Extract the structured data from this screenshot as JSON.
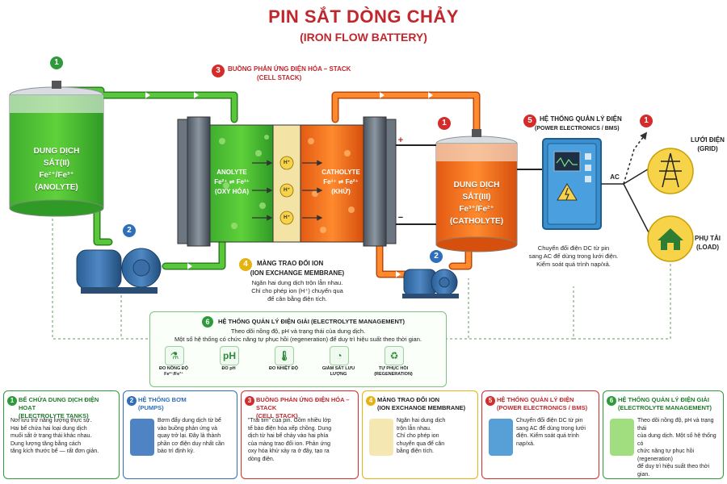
{
  "title": "PIN SẮT DÒNG CHẢY",
  "subtitle": "(IRON FLOW BATTERY)",
  "colors": {
    "title": "#c0272d",
    "green": "#2e9a3a",
    "orange": "#e8641c",
    "blue": "#2f6fba",
    "yellow": "#e5b211",
    "red": "#d42b2b"
  },
  "anolyte_tank": {
    "badge": "1",
    "line1": "DUNG DỊCH",
    "line2": "SẮT(II)",
    "line3": "Fe²⁺/Fe³⁺",
    "line4": "(ANOLYTE)"
  },
  "catholyte_tank": {
    "badge": "1",
    "line1": "DUNG DỊCH",
    "line2": "SẮT(III)",
    "line3": "Fe³⁺/Fe²⁺",
    "line4": "(CATHOLYTE)"
  },
  "pump_left": {
    "badge": "2"
  },
  "pump_right": {
    "badge": "2"
  },
  "stack": {
    "badge": "3",
    "title": "BUỒNG PHẢN ỨNG ĐIỆN HÓA – STACK",
    "subtitle": "(CELL STACK)",
    "anolyte": {
      "name": "ANOLYTE",
      "reaction": "Fe²⁺ ⇌ Fe³⁺",
      "note": "(OXY HÓA)"
    },
    "catholyte": {
      "name": "CATHOLYTE",
      "reaction": "Fe³⁺ ⇌ Fe²⁺",
      "note": "(KHỬ)"
    },
    "proton": "H⁺",
    "plus": "+",
    "minus": "−"
  },
  "membrane": {
    "badge": "4",
    "title": "MÀNG TRAO ĐỔI ION",
    "subtitle": "(ION EXCHANGE MEMBRANE)",
    "desc1": "Ngăn hai dung dịch trộn lẫn nhau.",
    "desc2": "Chỉ cho phép ion (H⁺) chuyển qua",
    "desc3": "để cân bằng điện tích."
  },
  "power": {
    "badge": "5",
    "title": "HỆ THỐNG QUẢN LÝ ĐIỆN",
    "subtitle": "(POWER ELECTRONICS / BMS)",
    "ac": "AC",
    "desc1": "Chuyển đổi điện DC từ pin",
    "desc2": "sang AC để dùng trong lưới điện.",
    "desc3": "Kiểm soát quá trình nạp/xả."
  },
  "grid": {
    "badge": "1",
    "line1": "LƯỚI ĐIỆN",
    "line2": "(GRID)"
  },
  "load": {
    "line1": "PHỤ TẢI",
    "line2": "(LOAD)"
  },
  "ems": {
    "badge": "6",
    "title": "HỆ THỐNG QUẢN LÝ ĐIỆN GIẢI (ELECTROLYTE MANAGEMENT)",
    "desc1": "Theo dõi nồng độ, pH và trạng thái của dung dịch.",
    "desc2": "Một số hệ thống có chức năng tự phục hồi (regeneration) để duy trì hiệu suất theo thời gian.",
    "items": [
      {
        "icon": "beaker-icon",
        "label": "ĐO NỒNG ĐỘ",
        "label2": "Fe²⁺/Fe³⁺"
      },
      {
        "icon": "ph-icon",
        "label": "ĐO pH",
        "label2": ""
      },
      {
        "icon": "thermometer-icon",
        "label": "ĐO NHIỆT ĐỘ",
        "label2": ""
      },
      {
        "icon": "flowmeter-icon",
        "label": "GIÁM SÁT LƯU LƯỢNG",
        "label2": ""
      },
      {
        "icon": "regeneration-icon",
        "label": "TỰ PHỤC HỒI",
        "label2": "(REGENERATION)"
      }
    ]
  },
  "cards": [
    {
      "badge": "1",
      "title": "BỂ CHỨA DUNG DỊCH ĐIỆN HOẠT",
      "title2": "(ELECTROLYTE TANKS)",
      "lines": [
        "Nơi lưu trữ năng lượng thực sự.",
        "Hai bể chứa hai loại dung dịch",
        "muối sắt ở trạng thái khác nhau.",
        "Dung lượng tăng bằng cách",
        "tăng kích thước bể — rất đơn giản."
      ]
    },
    {
      "badge": "2",
      "title": "HỆ THỐNG BƠM",
      "title2": "(PUMPS)",
      "lines": [
        "Bơm đẩy dung dịch từ bể",
        "vào buồng phản ứng và",
        "quay trở lại. Đây là thành",
        "phần cơ điện duy nhất cần",
        "bảo trì định kỳ."
      ]
    },
    {
      "badge": "3",
      "title": "BUỒNG PHẢN ỨNG ĐIỆN HÓA – STACK",
      "title2": "(CELL STACK)",
      "lines": [
        "\"Trái tim\" của pin. Gồm nhiều lớp",
        "tế bào điện hóa xếp chồng. Dung",
        "dịch từ hai bể chảy vào hai phía",
        "của màng trao đổi ion. Phản ứng",
        "oxy hóa khử xảy ra ở đây, tạo ra",
        "dòng điện."
      ]
    },
    {
      "badge": "4",
      "title": "MÀNG TRAO ĐỔI ION",
      "title2": "(ION EXCHANGE MEMBRANE)",
      "lines": [
        "Ngăn hai dung dịch",
        "trộn lẫn nhau.",
        "Chỉ cho phép ion",
        "chuyển qua để cân",
        "bằng điện tích."
      ]
    },
    {
      "badge": "5",
      "title": "HỆ THỐNG QUẢN LÝ ĐIỆN",
      "title2": "(POWER ELECTRONICS / BMS)",
      "lines": [
        "Chuyển đổi điện DC từ pin",
        "sang AC để dùng trong lưới",
        "điện. Kiểm soát quá trình",
        "nạp/xả."
      ]
    },
    {
      "badge": "6",
      "title": "HỆ THỐNG QUẢN LÝ ĐIỆN GIẢI",
      "title2": "(ELECTROLYTE MANAGEMENT)",
      "lines": [
        "Theo dõi nồng độ, pH và trạng thái",
        "của dung dịch. Một số hệ thống có",
        "chức năng tự phục hồi (regeneration)",
        "để duy trì hiệu suất theo thời gian."
      ]
    }
  ]
}
